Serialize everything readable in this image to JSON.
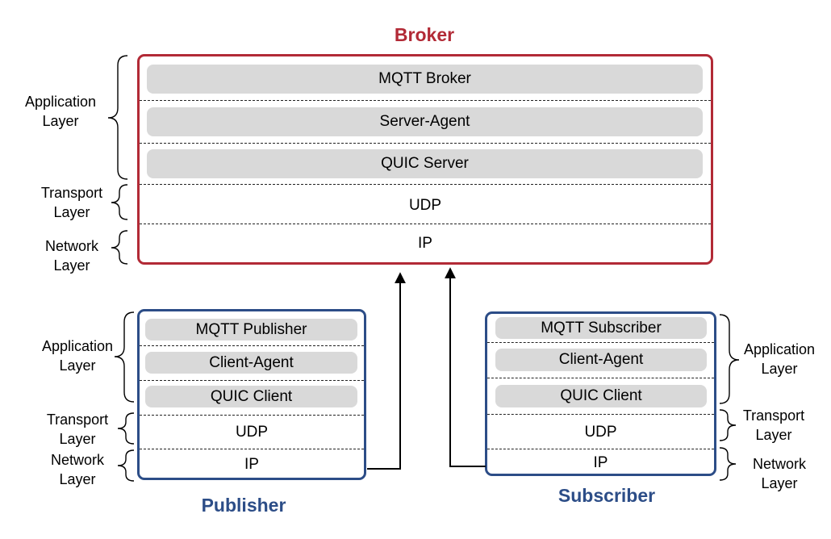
{
  "colors": {
    "broker": "#b22a36",
    "client": "#2c4d87",
    "pill": "#d9d9d9"
  },
  "broker": {
    "title": "Broker",
    "layers": [
      "MQTT Broker",
      "Server-Agent",
      "QUIC Server",
      "UDP",
      "IP"
    ],
    "side_labels": {
      "application": "Application Layer",
      "transport": "Transport Layer",
      "network": "Network Layer"
    }
  },
  "publisher": {
    "title": "Publisher",
    "layers": [
      "MQTT Publisher",
      "Client-Agent",
      "QUIC Client",
      "UDP",
      "IP"
    ],
    "side_labels": {
      "application": "Application Layer",
      "transport": "Transport Layer",
      "network": "Network Layer"
    }
  },
  "subscriber": {
    "title": "Subscriber",
    "layers": [
      "MQTT Subscriber",
      "Client-Agent",
      "QUIC Client",
      "UDP",
      "IP"
    ],
    "side_labels": {
      "application": "Application Layer",
      "transport": "Transport Layer",
      "network": "Network Layer"
    }
  }
}
